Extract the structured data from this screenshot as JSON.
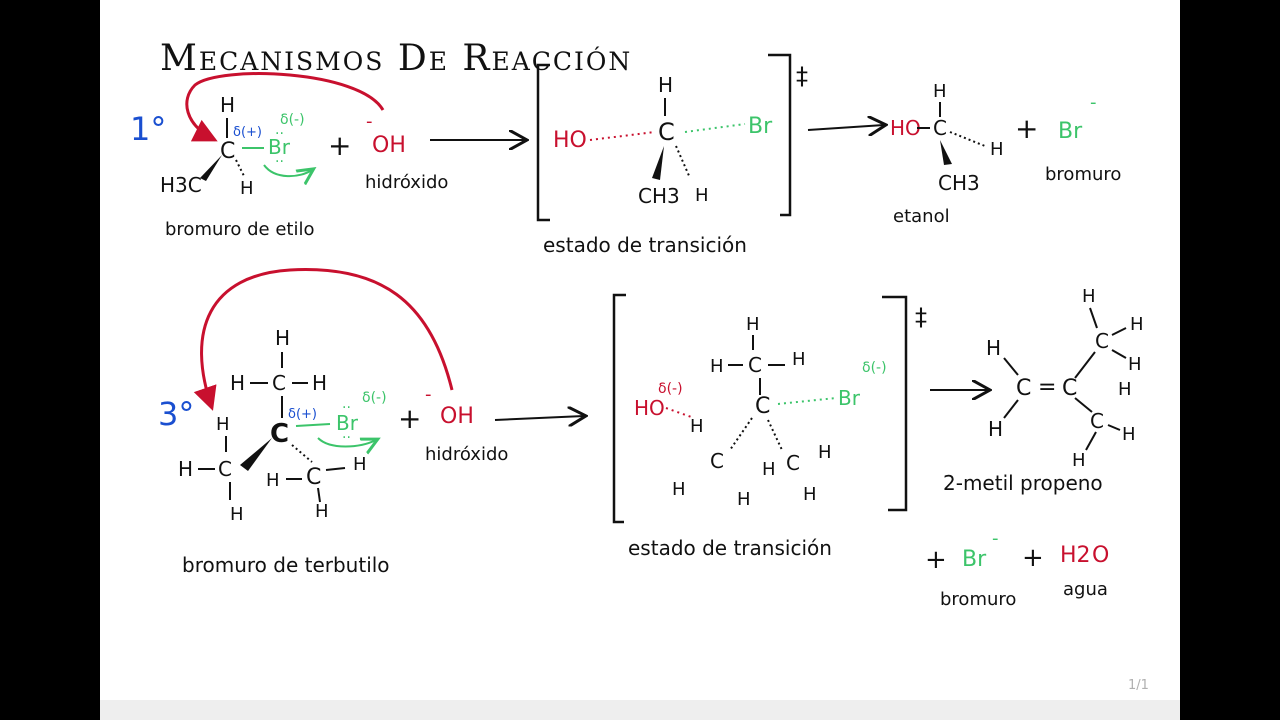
{
  "title": "Mecanismos De Reacción",
  "page_indicator": "1/1",
  "colors": {
    "ink": "#111111",
    "red": "#c8102e",
    "green": "#3cc46a",
    "blue": "#1a4fd0"
  },
  "icons": {
    "single_bond": "–",
    "double_bond": "=",
    "lone_pair": "··",
    "arrow": "⟶"
  },
  "reaction1": {
    "order": "1°",
    "h_top": "H",
    "carbon": "C",
    "h3c": "H3C",
    "h_bottom": "H",
    "delta_plus": "δ(+)",
    "delta_minus": "δ(-)",
    "br": "Br",
    "plus": "+",
    "hydroxide_charge": "-",
    "hydroxide": "OH",
    "label_substrate": "bromuro de etilo",
    "label_hydroxide": "hidróxido",
    "ts": {
      "h_top": "H",
      "ho": "HO",
      "carbon": "C",
      "br": "Br",
      "ch3": "CH3",
      "h_bottom": "H",
      "double_dagger": "‡",
      "label": "estado de transición"
    },
    "product": {
      "h_top": "H",
      "ho": "HO",
      "carbon": "C",
      "h_right": "H",
      "ch3": "CH3",
      "label": "etanol"
    },
    "plus2": "+",
    "bromide": "Br",
    "bromide_charge": "-",
    "bromide_label": "bromuro"
  },
  "reaction2": {
    "order": "3°",
    "h_top": "H",
    "h_ch": "H",
    "c_up": "C",
    "h_right": "H",
    "carbon": "C",
    "delta_plus": "δ(+)",
    "delta_minus": "δ(-)",
    "br": "Br",
    "h_left_top": "H",
    "h_left": "H",
    "c_left": "C",
    "h_left_bottom": "H",
    "h_mid": "H",
    "c_mid": "C",
    "h_mid_right": "H",
    "h_mid_bottom": "H",
    "plus": "+",
    "hydroxide_charge": "-",
    "hydroxide": "OH",
    "label_hydroxide": "hidróxido",
    "label_substrate": "bromuro de terbutilo",
    "ts": {
      "h_top": "H",
      "h_ch_left": "H",
      "c_up": "C",
      "h_ch_right": "H",
      "ho": "HO",
      "ho_delta": "δ(-)",
      "carbon": "C",
      "br": "Br",
      "br_delta": "δ(-)",
      "h_a": "H",
      "c_left": "C",
      "h_b": "H",
      "h_c": "H",
      "h_d": "H",
      "c_right": "C",
      "h_e": "H",
      "h_f": "H",
      "double_dagger": "‡",
      "label": "estado de transición"
    },
    "product": {
      "h1": "H",
      "c1": "C",
      "c2": "C",
      "h2": "H",
      "h3": "H",
      "c3": "C",
      "h4": "H",
      "h5": "H",
      "h6": "H",
      "c4": "C",
      "h7": "H",
      "h8": "H",
      "label": "2-metil propeno"
    },
    "plus_br": "+",
    "bromide": "Br",
    "bromide_charge": "-",
    "bromide_label": "bromuro",
    "plus_water": "+",
    "water_h2": "H2",
    "water_o": "O",
    "water_label": "agua"
  }
}
